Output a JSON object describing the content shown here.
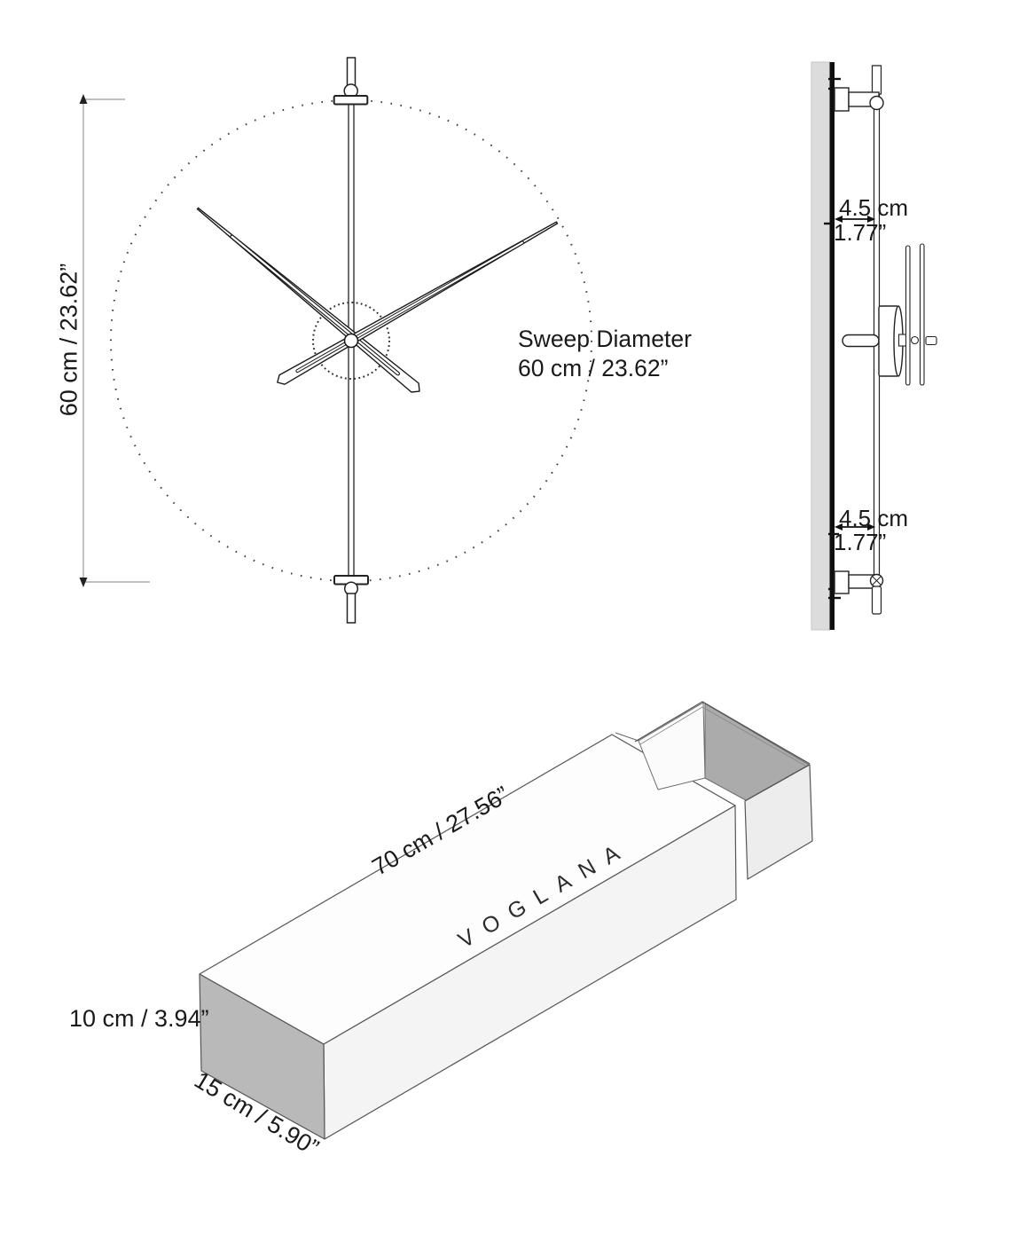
{
  "front_view": {
    "height_label": "60 cm / 23.62”",
    "sweep_label_line1": "Sweep Diameter",
    "sweep_label_line2": "60 cm / 23.62”"
  },
  "side_view": {
    "top_offset_cm": "4.5 cm",
    "top_offset_in": "1.77”",
    "bottom_offset_cm": "4.5 cm",
    "bottom_offset_in": "1.77”"
  },
  "box": {
    "brand": "VOGLANA",
    "length_label": "70 cm / 27.56”",
    "height_label": "10 cm / 3.94”",
    "depth_label": "15 cm / 5.90”"
  },
  "colors": {
    "line": "#1a1a1a",
    "wall_fill": "#dcdcdc",
    "box_left_face": "#b9b9b9",
    "box_front_face": "#f4f4f4",
    "box_top_face": "#fdfdfd",
    "tray_interior": "#ababab",
    "tray_front_face": "#ededed"
  }
}
